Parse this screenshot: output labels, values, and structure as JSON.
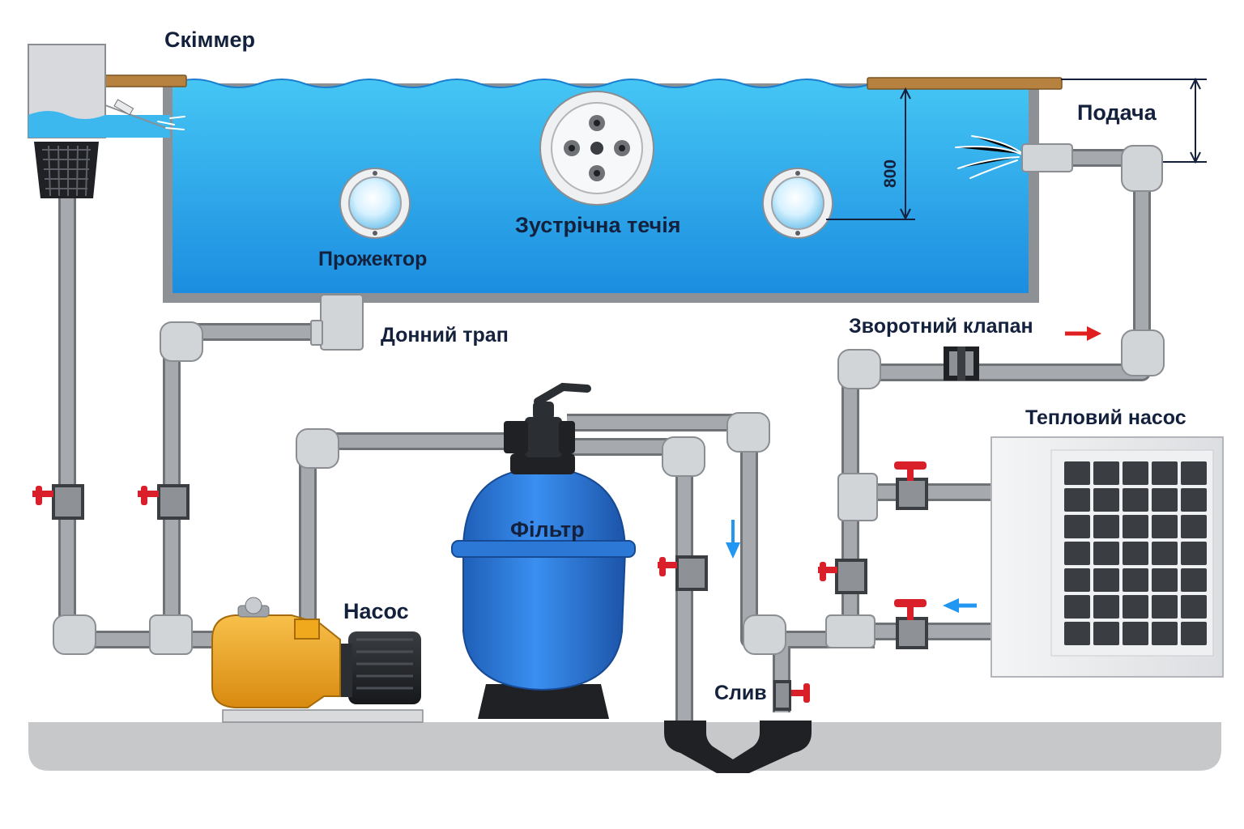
{
  "labels": {
    "skimmer": "Скіммер",
    "supply": "Подача",
    "counterflow": "Зустрічна течія",
    "spotlight": "Прожектор",
    "bottom_drain": "Донний трап",
    "check_valve": "Зворотний клапан",
    "heat_pump": "Тепловий насос",
    "filter": "Фільтр",
    "pump": "Насос",
    "drain": "Слив",
    "depth": "800"
  },
  "colors": {
    "water_top": "#3fc2f2",
    "water_bottom": "#1d8fe0",
    "pipe": "#9a9da2",
    "pipe_dark": "#6f7378",
    "fitting": "#c9ccd0",
    "filter_body": "#2f7fe0",
    "pump_body": "#f0a81d",
    "valve_handle": "#d9202a",
    "ground": "#c7c8ca",
    "deck": "#b7823f",
    "arrow_supply": "#e02020",
    "arrow_flow": "#2196f3",
    "text": "#14213d"
  },
  "icons": [
    "skimmer-basket-icon",
    "spotlight-icon",
    "counterflow-jet-icon",
    "ball-valve-icon",
    "check-valve-icon",
    "sand-filter-icon",
    "pump-motor-icon",
    "heat-pump-grille-icon",
    "flow-arrow-icon"
  ]
}
